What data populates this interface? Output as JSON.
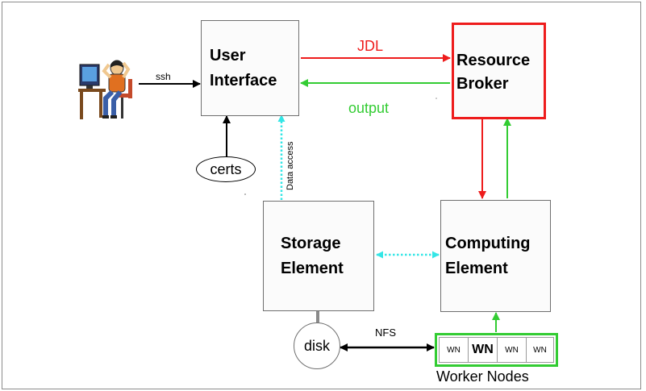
{
  "diagram": {
    "nodes": {
      "user_interface": {
        "line1": "User",
        "line2": "Interface"
      },
      "resource_broker": {
        "line1": "Resource",
        "line2": "Broker"
      },
      "storage_element": {
        "line1": "Storage",
        "line2": "Element"
      },
      "computing_element": {
        "line1": "Computing",
        "line2": "Element"
      },
      "certs": "certs",
      "disk": "disk"
    },
    "edges": {
      "ssh": "ssh",
      "jdl": "JDL",
      "output": "output",
      "data_access": "Data access",
      "nfs": "NFS"
    },
    "worker_nodes": {
      "caption": "Worker Nodes",
      "cells": [
        "WN",
        "WN",
        "WN",
        "WN"
      ]
    },
    "colors": {
      "jdl_path": "#ee1c1c",
      "output_path": "#33cc33",
      "data_path": "#33e6e6",
      "resource_broker_border": "#ee1c1c",
      "worker_nodes_border": "#33cc33"
    }
  }
}
